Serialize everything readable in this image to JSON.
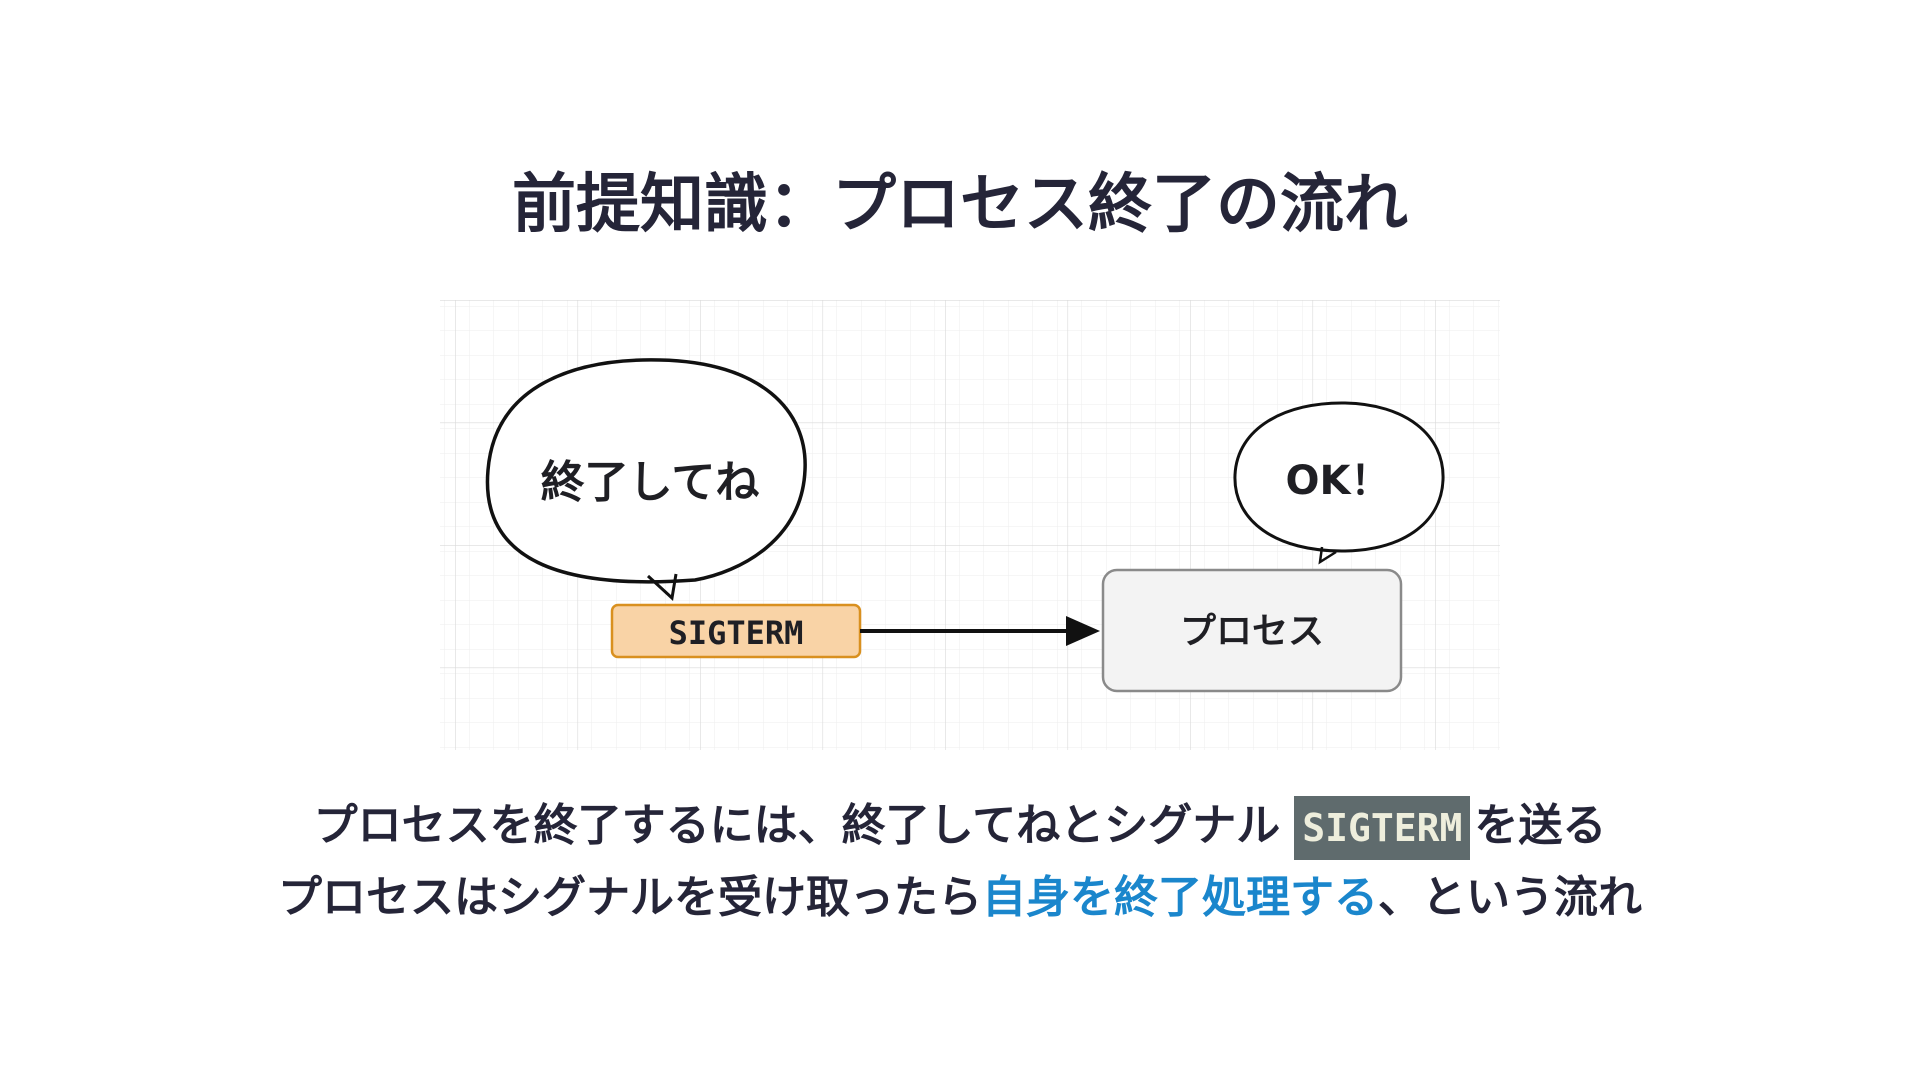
{
  "slide": {
    "title": "前提知識：プロセス終了の流れ"
  },
  "diagram": {
    "bubble_left_text": "終了してね",
    "bubble_right_text": "OK！",
    "signal_box_label": "SIGTERM",
    "process_box_label": "プロセス",
    "colors": {
      "signal_fill": "#f9d3a6",
      "signal_stroke": "#d9901f",
      "process_fill": "#f3f3f3",
      "process_stroke": "#8a8a8a",
      "grid": "#e4e4e4"
    }
  },
  "description": {
    "line1_before": "プロセスを終了するには、終了してねとシグナル",
    "line1_code": "SIGTERM",
    "line1_after": "を送る",
    "line2_before": "プロセスはシグナルを受け取ったら",
    "line2_accent": "自身を終了処理する",
    "line2_after": "、という流れ",
    "accent_color": "#1a86cc",
    "code_bg_color": "#5f6b6d"
  }
}
